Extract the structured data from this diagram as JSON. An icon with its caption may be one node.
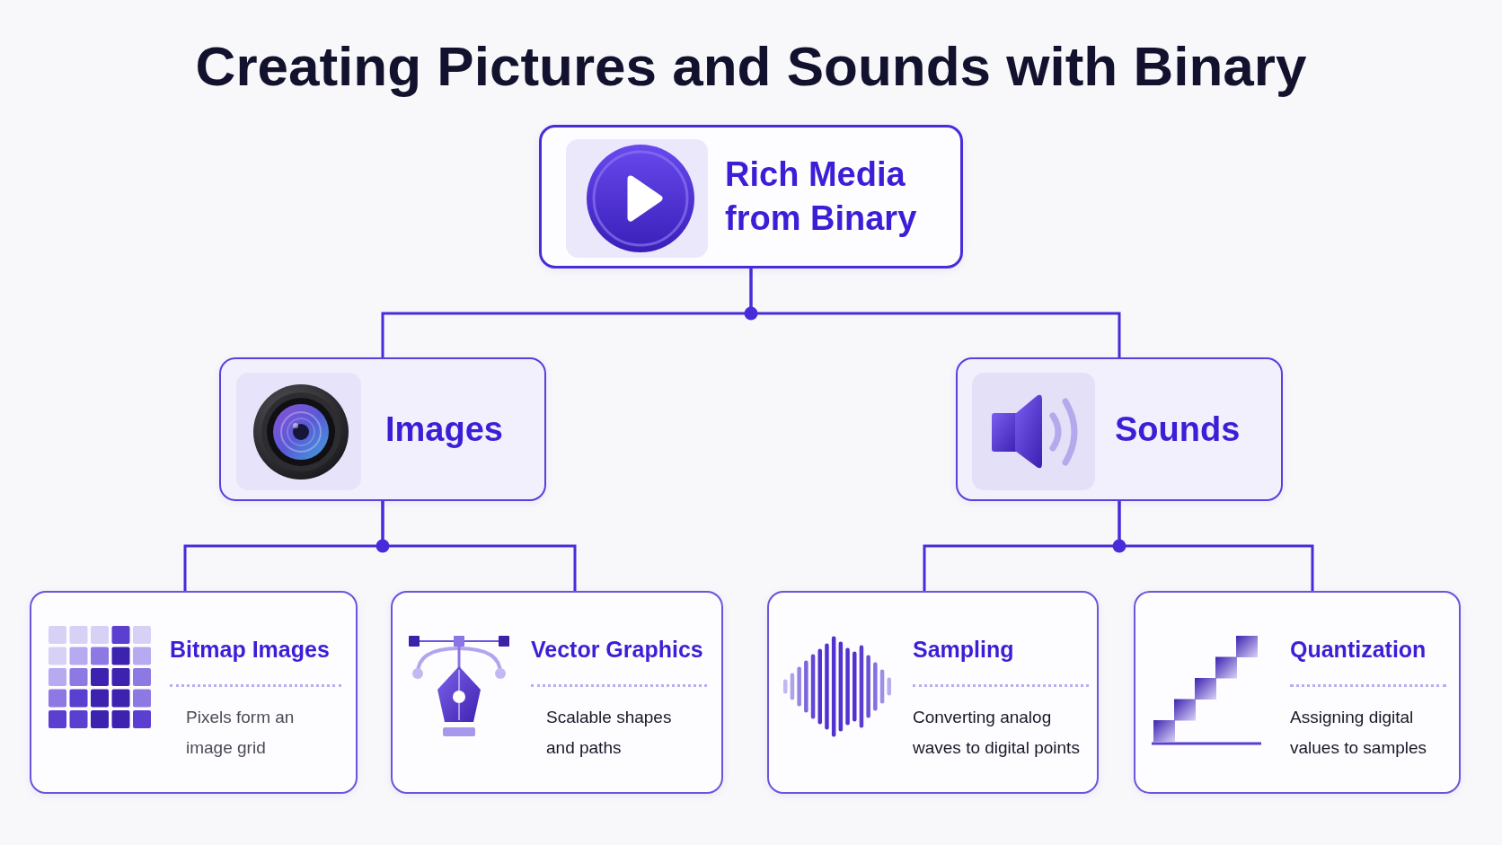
{
  "diagram": {
    "title": "Creating Pictures and Sounds with Binary",
    "nodes": [
      {
        "text": [
          "Rich Media from Binary"
        ]
      },
      {
        "text": [
          "Images"
        ]
      },
      {
        "text": [
          "Sounds"
        ]
      },
      {
        "text": [
          "Bitmap Images",
          "Pixels form an image grid"
        ]
      },
      {
        "text": [
          "Vector Graphics",
          "Scalable shapes and paths"
        ]
      },
      {
        "text": [
          "Sampling",
          "Converting analog waves to digital points"
        ]
      },
      {
        "text": [
          "Quantization",
          "Assigning digital values to samples"
        ]
      }
    ],
    "edges": [
      {
        "from": 0,
        "to": 1,
        "arrow": "none"
      },
      {
        "from": 0,
        "to": 2,
        "arrow": "none"
      },
      {
        "from": 1,
        "to": 3,
        "arrow": "none"
      },
      {
        "from": 1,
        "to": 4,
        "arrow": "none"
      },
      {
        "from": 2,
        "to": 5,
        "arrow": "none"
      },
      {
        "from": 2,
        "to": 6,
        "arrow": "none"
      }
    ]
  }
}
